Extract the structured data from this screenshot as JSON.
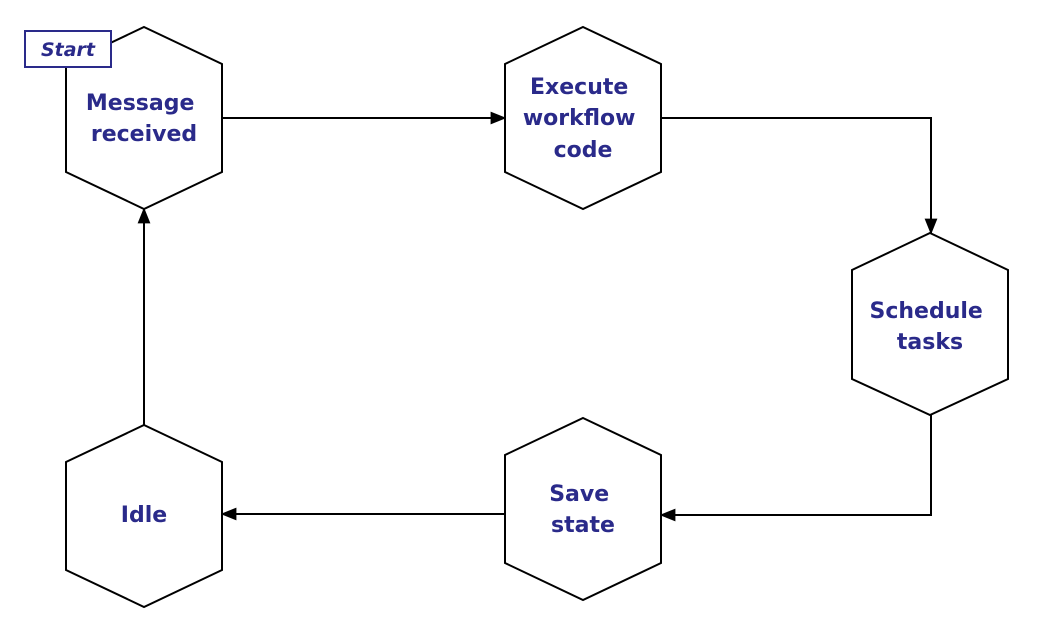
{
  "colors": {
    "label": "#2a2a8a",
    "stroke": "#000000",
    "start_border": "#2a2a8a"
  },
  "start_badge": {
    "label": "Start"
  },
  "nodes": [
    {
      "id": "message-received",
      "lines": [
        "Message",
        "received"
      ]
    },
    {
      "id": "execute-workflow-code",
      "lines": [
        "Execute",
        "workflow",
        "code"
      ]
    },
    {
      "id": "schedule-tasks",
      "lines": [
        "Schedule",
        "tasks"
      ]
    },
    {
      "id": "save-state",
      "lines": [
        "Save",
        "state"
      ]
    },
    {
      "id": "idle",
      "lines": [
        "Idle"
      ]
    }
  ],
  "edges": [
    {
      "from": "message-received",
      "to": "execute-workflow-code"
    },
    {
      "from": "execute-workflow-code",
      "to": "schedule-tasks"
    },
    {
      "from": "schedule-tasks",
      "to": "save-state"
    },
    {
      "from": "save-state",
      "to": "idle"
    },
    {
      "from": "idle",
      "to": "message-received"
    }
  ]
}
